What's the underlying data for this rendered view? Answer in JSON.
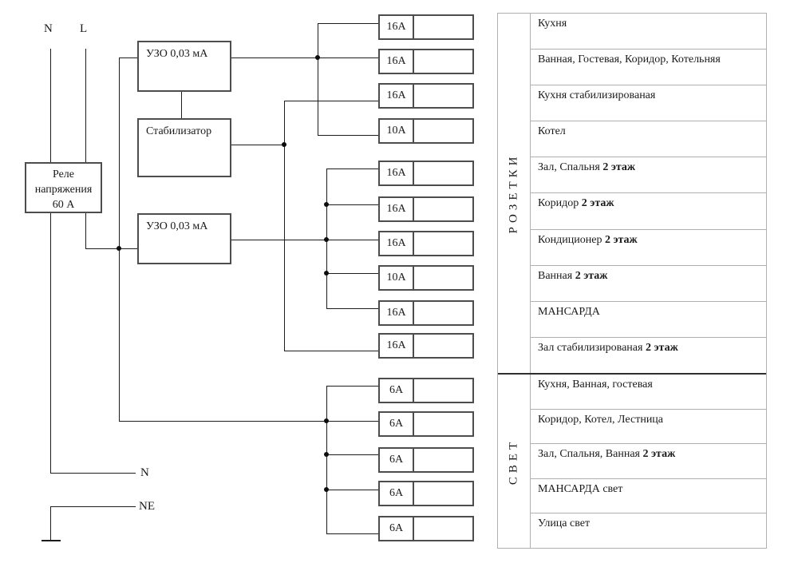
{
  "labels": {
    "n_in": "N",
    "l_in": "L",
    "n_out": "N",
    "ne": "NE"
  },
  "components": {
    "relay": {
      "lines": [
        "Реле",
        "напряжения",
        "60 А"
      ]
    },
    "rcd_top": {
      "label": "УЗО 0,03 мА"
    },
    "stabilizer": {
      "label": "Стабилизатор"
    },
    "rcd_bottom": {
      "label": "УЗО 0,03 мА"
    }
  },
  "breakers": [
    {
      "rating": "16А"
    },
    {
      "rating": "16А"
    },
    {
      "rating": "16А"
    },
    {
      "rating": "10А"
    },
    {
      "rating": "16А"
    },
    {
      "rating": "16А"
    },
    {
      "rating": "16А"
    },
    {
      "rating": "10А"
    },
    {
      "rating": "16А"
    },
    {
      "rating": "16А"
    },
    {
      "rating": "6А"
    },
    {
      "rating": "6А"
    },
    {
      "rating": "6А"
    },
    {
      "rating": "6А"
    },
    {
      "rating": "6А"
    }
  ],
  "table": {
    "sections": [
      {
        "label": "РОЗЕТКИ",
        "rows": [
          {
            "text": "Кухня",
            "bold": ""
          },
          {
            "text": "Ванная, Гостевая, Коридор, Котельняя",
            "bold": ""
          },
          {
            "text": "Кухня стабилизированая",
            "bold": ""
          },
          {
            "text": "Котел",
            "bold": ""
          },
          {
            "text": "Зал, Спальня ",
            "bold": "2 этаж"
          },
          {
            "text": "Коридор ",
            "bold": "2 этаж"
          },
          {
            "text": "Кондиционер ",
            "bold": "2 этаж"
          },
          {
            "text": "Ванная ",
            "bold": "2 этаж"
          },
          {
            "text": "МАНСАРДА",
            "bold": ""
          },
          {
            "text": "Зал стабилизированая ",
            "bold": "2 этаж"
          }
        ]
      },
      {
        "label": "СВЕТ",
        "rows": [
          {
            "text": "Кухня, Ванная, гостевая",
            "bold": ""
          },
          {
            "text": "Коридор, Котел, Лестница",
            "bold": ""
          },
          {
            "text": "Зал, Спальня, Ванная ",
            "bold": "2 этаж"
          },
          {
            "text": "МАНСАРДА свет",
            "bold": ""
          },
          {
            "text": "Улица свет",
            "bold": ""
          }
        ]
      }
    ]
  },
  "colors": {
    "wire": "#1c1c1c",
    "box_border": "#4d4d4d",
    "table_border": "#b0b0b0",
    "section_divider": "#2e2e2e",
    "background": "#ffffff"
  }
}
